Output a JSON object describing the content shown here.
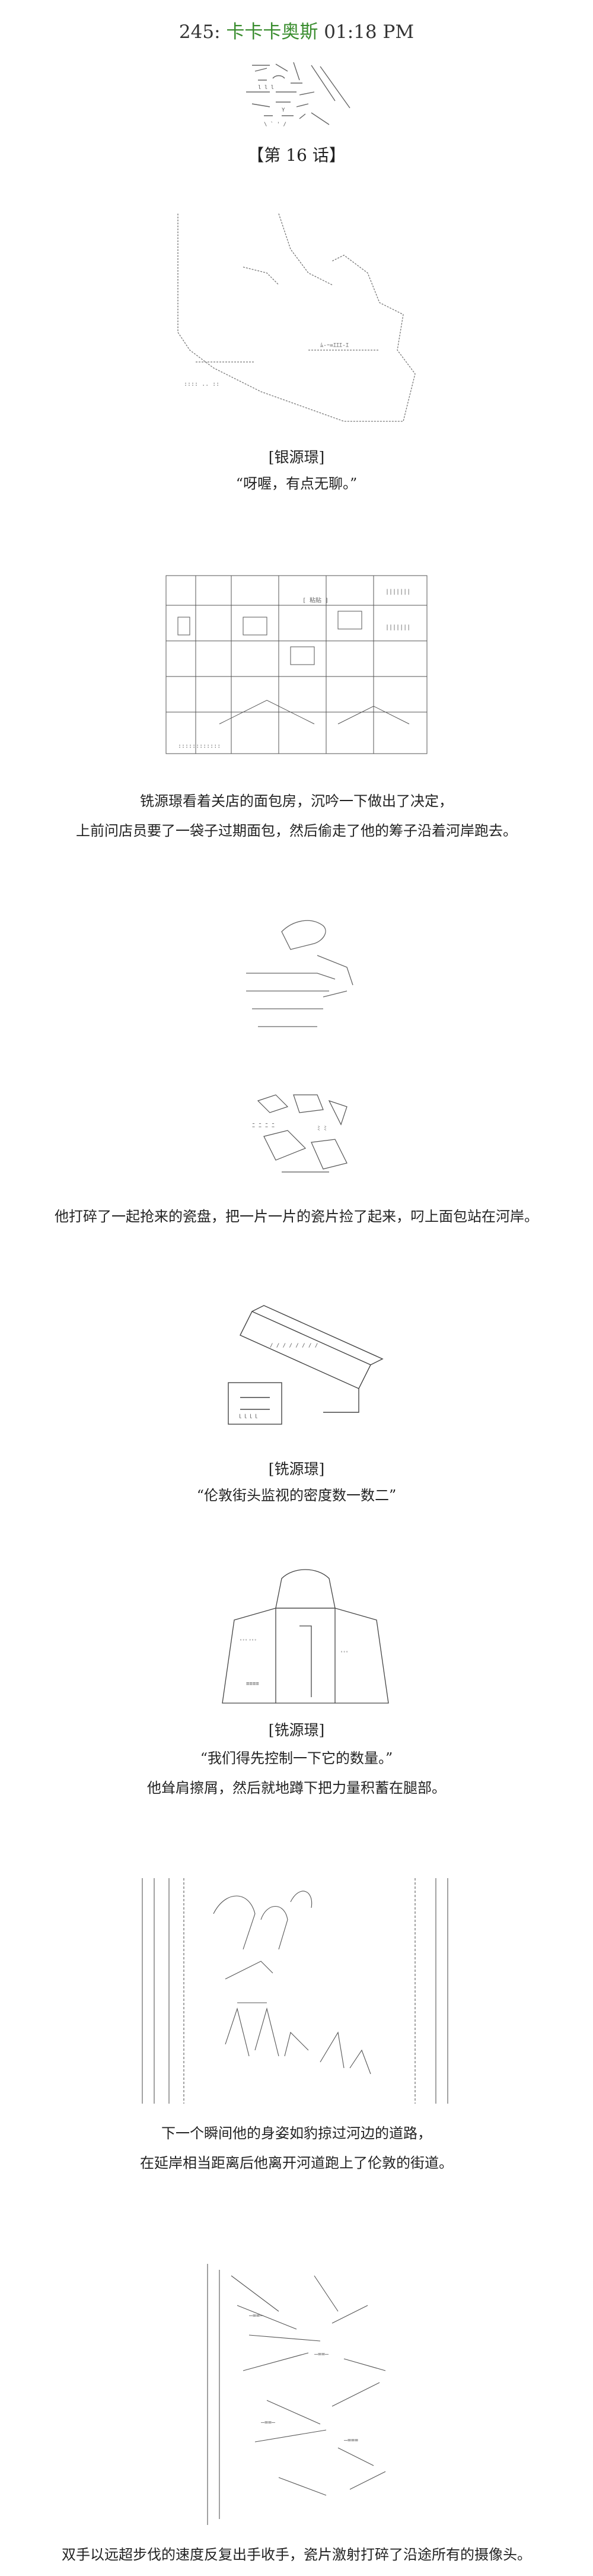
{
  "header": {
    "post_number": "245:",
    "author": "卡卡卡奥斯",
    "time": "01:18 PM"
  },
  "chapter_title": "【第 16 话】",
  "panels": [
    {
      "id": "p1",
      "speaker": "[银源璟]",
      "lines": [
        "“呀喔，有点无聊。”"
      ]
    },
    {
      "id": "p2",
      "lines": [
        "铣源璟看着关店的面包房，沉吟一下做出了决定，",
        "上前问店员要了一袋子过期面包，然后偷走了他的筹子沿着河岸跑去。"
      ]
    },
    {
      "id": "p3",
      "lines": [
        "他打碎了一起抢来的瓷盘，把一片一片的瓷片捡了起来，叼上面包站在河岸。"
      ]
    },
    {
      "id": "p4",
      "speaker": "[铣源璟]",
      "lines": [
        "“伦敦街头监视的密度数一数二”"
      ]
    },
    {
      "id": "p5",
      "speaker": "[铣源璟]",
      "lines": [
        "“我们得先控制一下它的数量。”",
        "他耸肩擦屑，然后就地蹲下把力量积蓄在腿部。"
      ]
    },
    {
      "id": "p6",
      "lines": [
        "下一个瞬间他的身姿如豹掠过河边的道路，",
        "在延岸相当距离后他离开河道跑上了伦敦的街道。"
      ]
    },
    {
      "id": "p7",
      "lines": [
        "双手以远超步伐的速度反复出手收手，瓷片激射打碎了沿途所有的摄像头。"
      ]
    }
  ]
}
